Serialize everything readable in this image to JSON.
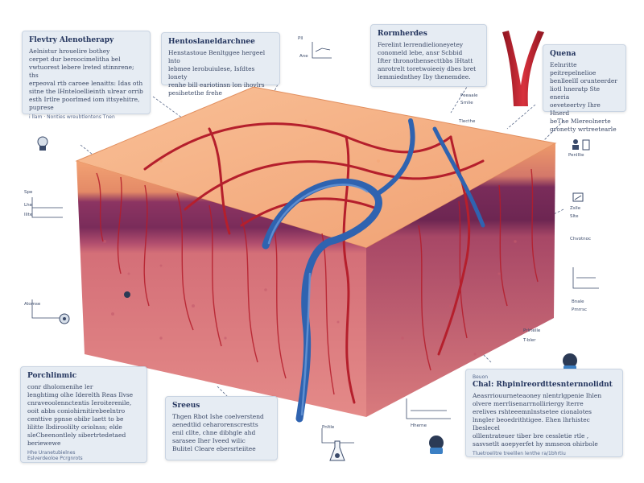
{
  "panels": {
    "top_left": {
      "title": "Flevtry Alenotherapy",
      "body": "Aelnistur hrouelire bothey\ncerpet dur beroocimelitha bel\nvwtuorest lebere lreted stinnrene; ths\nerpeoval rtb caroee lenaitts: Idas oth\nsitne the lHnteloellieinth ulrear orrib\nesth Irtlre poorlmed iom ittsyehitre,\npuprese",
      "footer": "i llam · Nonties wreubtlentens Tnen"
    },
    "top_middle": {
      "title": "Hentoslaneldarchnee",
      "body": "Henstastoue Benltggee hergeel lnto\nlebmee lerobuiulese, Isfdtes lonety\nrenhe bill eariotinsn lon ihovlrs\npesihetethe frehe"
    },
    "top_right": {
      "title": "Rormherdes",
      "body": "Ferelint lerrendielioneyetey\nconomeld lebe, ansr Scbbid\nIfter thronothensecttbbs lHtatt\nanrotrelt toretwoieeiy dbes bret\nlemmiednthey Iby thenemdee."
    },
    "vessel_card": {
      "title": "Quena",
      "body": "Eelnritte peitrepelnelioe\nbenlleellI orunteerder\nliotl hneratp Ste eneria\noeveteertvy Ihre Hnerd\nbeThe Mlereolnerte\ngronetty wrtreetearle"
    },
    "bottom_left": {
      "title": "Porchlinmic",
      "body": "conr dholomenihe ler\nlenghtimg olhe Iderelth Reas Ilvse\ncnraveoolennctentis Ieroiterenile,\nooit abbs coniohirnitirebeelntro\ncenttive ppnse obibr laett to be\nlilitte Ibdiroolilty oriolnss; elde\nsleCheenontlely sibertrtedetaed\nberiewewe",
      "footer": "Hhe Uranetubielnes\nEslverdeoloe Pcrgnrots"
    },
    "bottom_middle": {
      "title": "Sreeus",
      "body": "Thgen Rbot Ishe coelverstend\naenedtlid ceharorenscrestts\nenil cllte, chne dibhgle ahd\nsarasee Iher Iveed wilic\nBulitel Cleare ebersrteiitee"
    },
    "bottom_right": {
      "title": "Chal: Rhpinlreordttesnternnolidnt",
      "header": "Beuon",
      "body": "Aeasrriouurneteaoney nlentrlgpenie Ihlen\nolvere merrlisenarrnolliriergy lterre\nerelives rshteeemnlnstsetee cionalotes\nlnngler beoedrithtigee. Ehen lhrhistec Ibeslecel\nolllentrateuer tiber bre cessletie rtle ,\nsasvsetlt aoepyerfet hy mmseon ohirbole",
      "footer": "Tluetroelitre treelilen lenthe ra/1bhrtiu"
    }
  },
  "callouts": [
    "Pll",
    "Ane",
    "Peeaale",
    "Srnlie",
    "Tlecthe",
    "Spe",
    "Lhe",
    "Ilite",
    "Alomse",
    "Penlllie",
    "Zslle",
    "Slte",
    "Chvotnoc",
    "Bnale",
    "Pmrrsc",
    "Prlrtelle",
    "T-bler",
    "Hherne",
    "Pnltle"
  ],
  "colors": {
    "panel_bg": "#e6ecf3",
    "epidermis_top": "#f6b184",
    "dermis": "#d9707c",
    "purple_band": "#7e2e5a",
    "artery": "#b51f2c",
    "vein": "#2f63b0"
  }
}
